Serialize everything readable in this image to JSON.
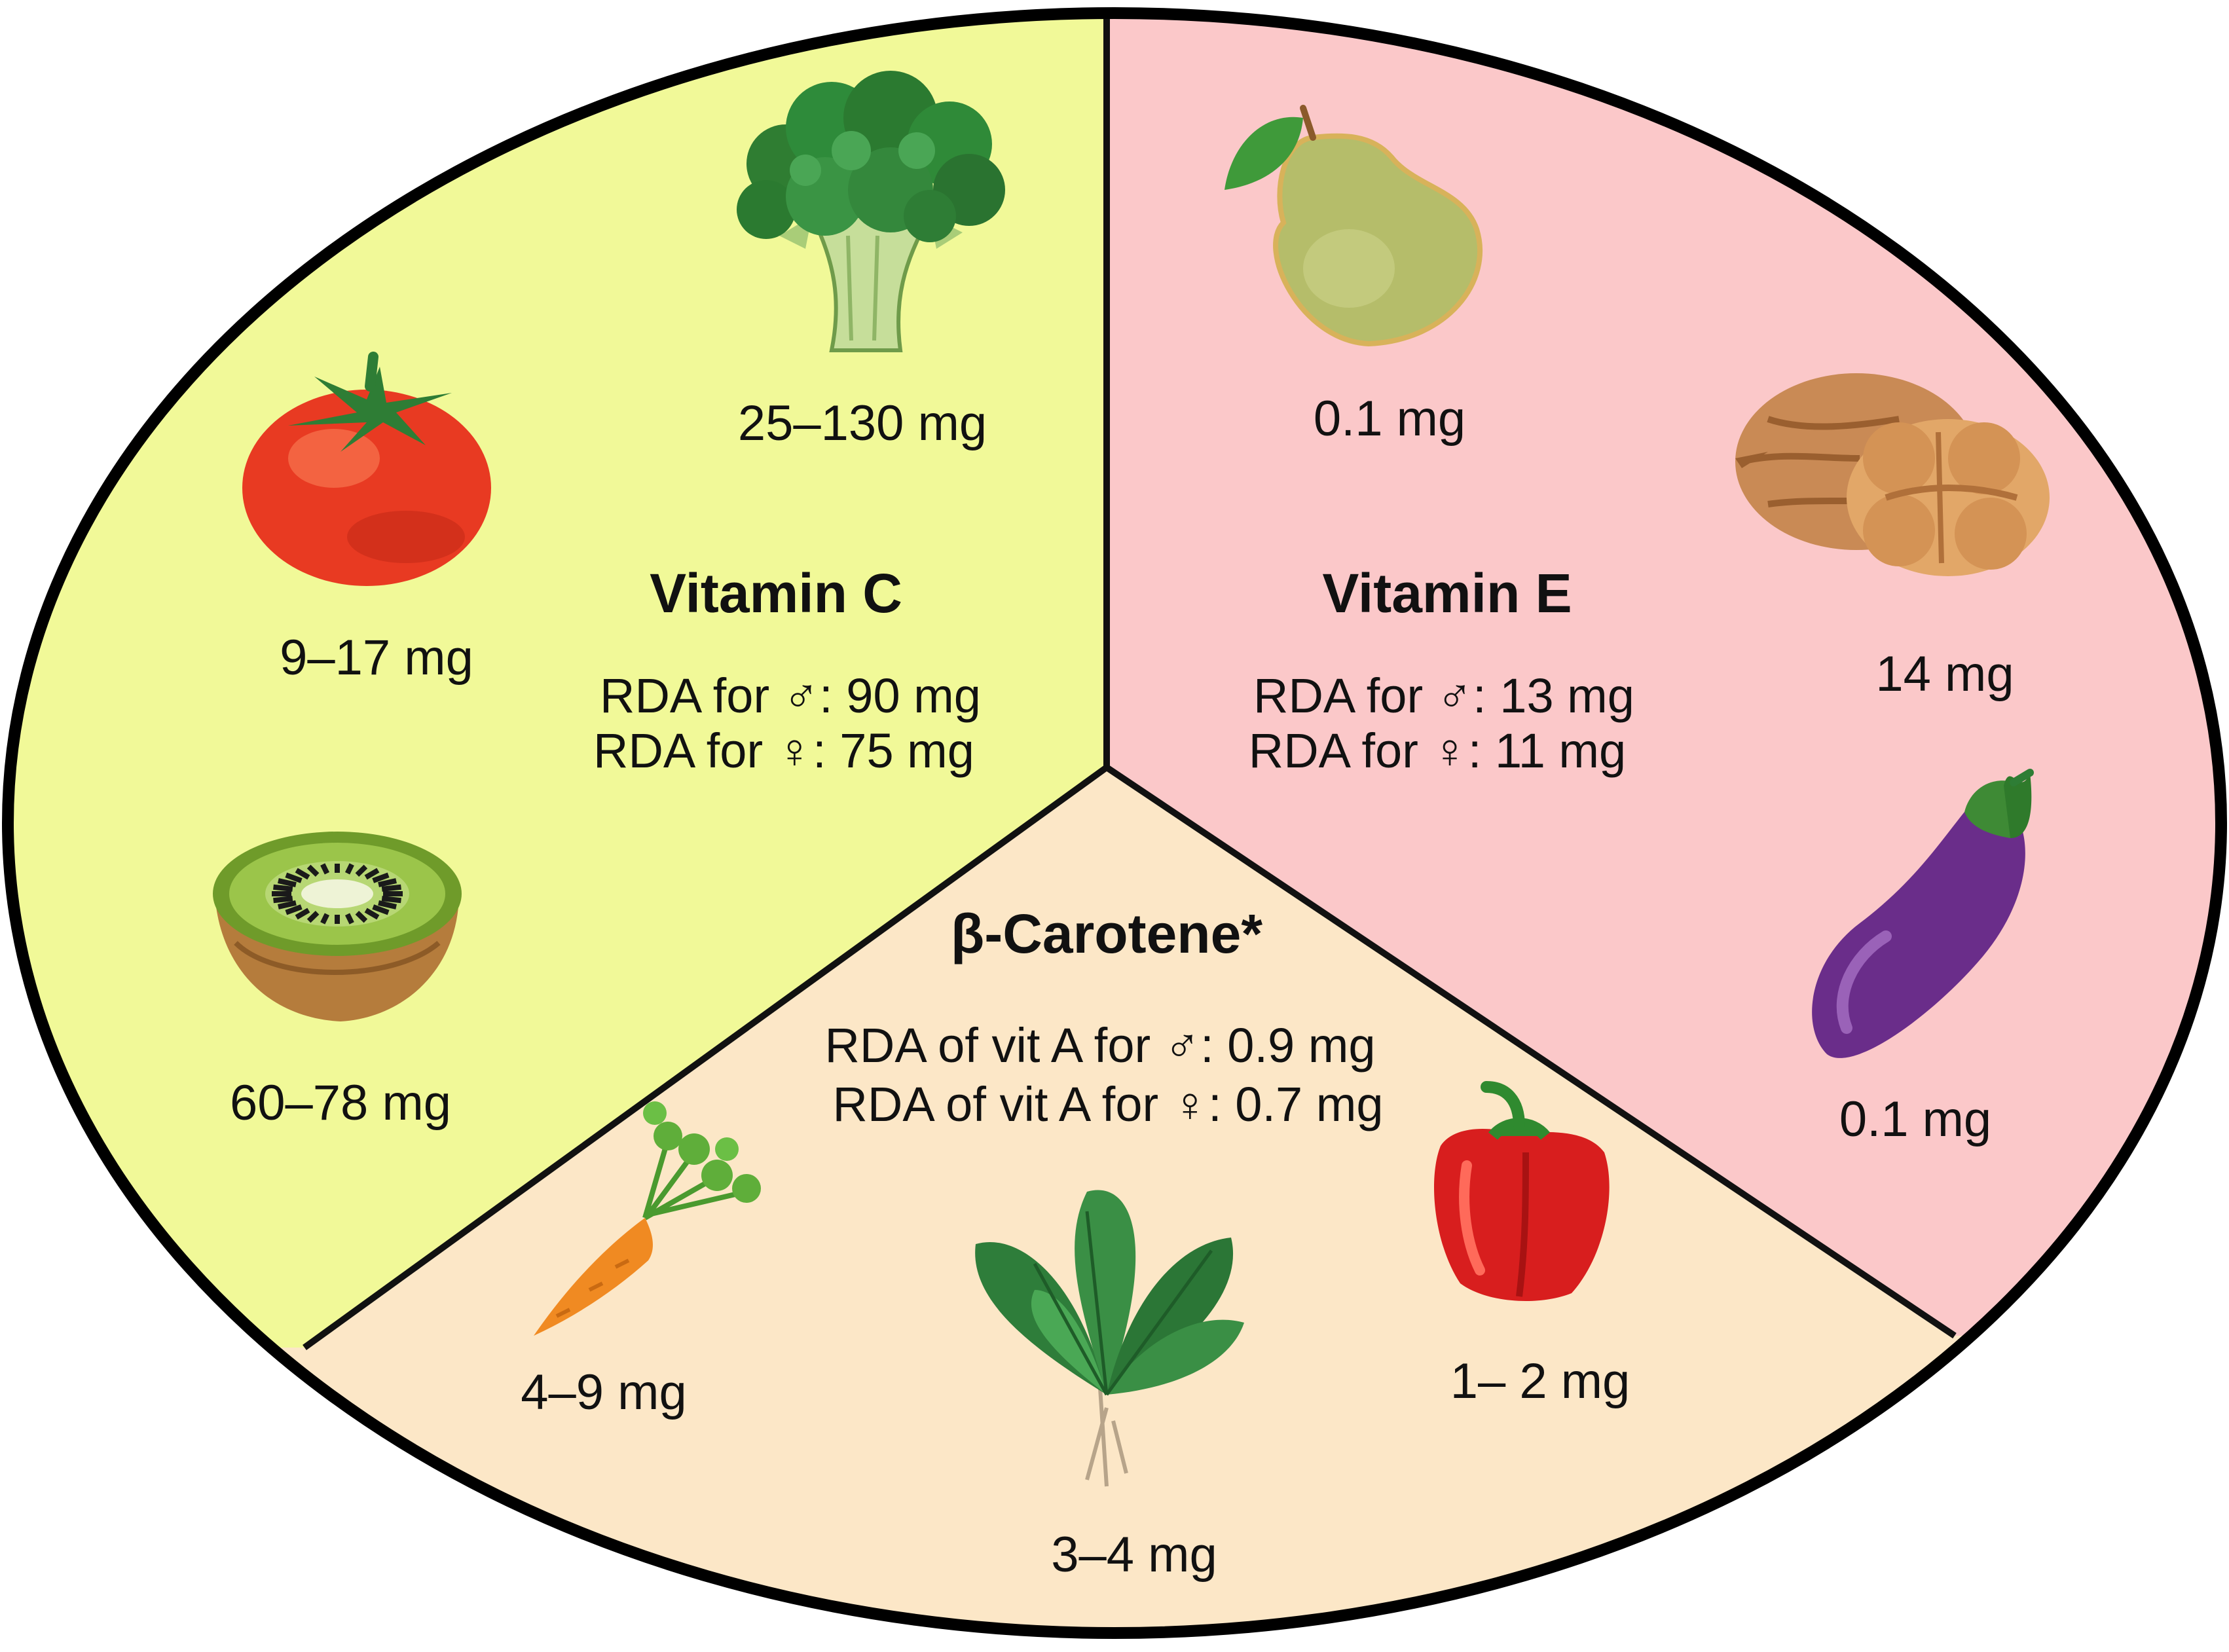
{
  "colors": {
    "vitamin_c_fill": "#f1f998",
    "vitamin_e_fill": "#fbc8c9",
    "carotene_fill": "#fce7c7",
    "outline": "#000000"
  },
  "sections": {
    "vitamin_c": {
      "title": "Vitamin C",
      "rda_male": "RDA for ♂: 90 mg",
      "rda_female": "RDA for ♀: 75 mg",
      "foods": [
        {
          "icon": "broccoli-icon",
          "amount": "25–130 mg"
        },
        {
          "icon": "tomato-icon",
          "amount": "9–17 mg"
        },
        {
          "icon": "kiwi-icon",
          "amount": "60–78 mg"
        }
      ]
    },
    "vitamin_e": {
      "title": "Vitamin E",
      "rda_male": "RDA for ♂: 13 mg",
      "rda_female": "RDA for ♀: 11 mg",
      "foods": [
        {
          "icon": "pear-icon",
          "amount": "0.1 mg"
        },
        {
          "icon": "walnut-icon",
          "amount": "14 mg"
        },
        {
          "icon": "eggplant-icon",
          "amount": "0.1 mg"
        }
      ]
    },
    "beta_carotene": {
      "title": "β-Carotene*",
      "rda_male": "RDA of vit A for ♂: 0.9 mg",
      "rda_female": "RDA of vit A for ♀: 0.7 mg",
      "foods": [
        {
          "icon": "carrot-icon",
          "amount": "4–9 mg"
        },
        {
          "icon": "spinach-icon",
          "amount": "3–4 mg"
        },
        {
          "icon": "red-pepper-icon",
          "amount": "1– 2 mg"
        }
      ]
    }
  }
}
